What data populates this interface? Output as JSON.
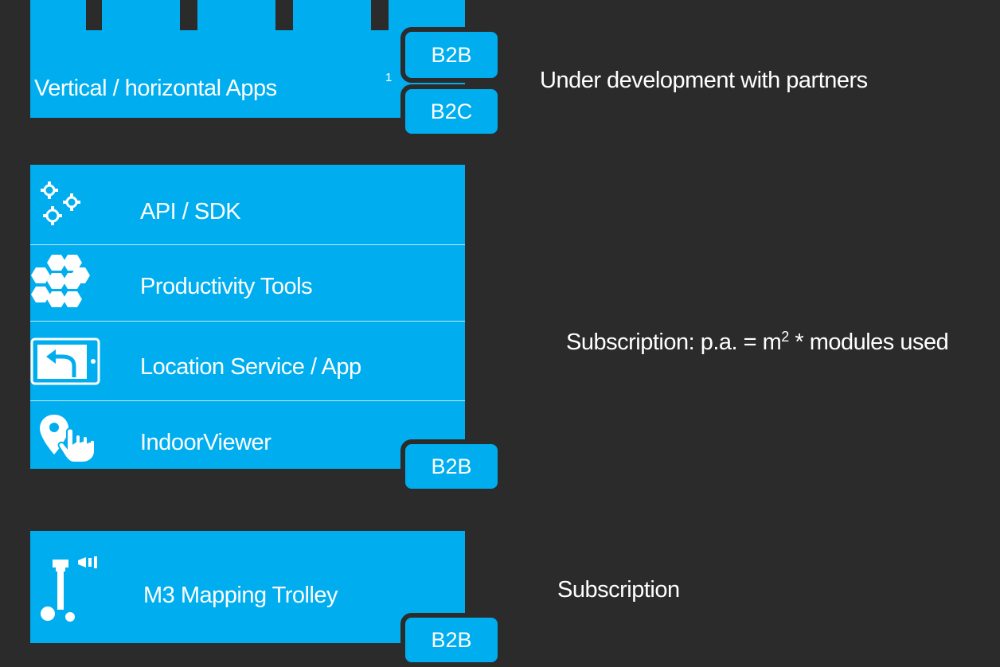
{
  "top_block": {
    "label": "Vertical / horizontal Apps",
    "footnote": "1",
    "badges": [
      "B2B",
      "B2C"
    ]
  },
  "middle_block": {
    "items": [
      {
        "label": "API / SDK",
        "icon": "gears-icon"
      },
      {
        "label": "Productivity Tools",
        "icon": "hexagons-icon"
      },
      {
        "label": "Location Service / App",
        "icon": "tablet-route-icon"
      },
      {
        "label": "IndoorViewer",
        "icon": "pin-hand-icon"
      }
    ],
    "badge": "B2B"
  },
  "bottom_block": {
    "label": "M3 Mapping Trolley",
    "icon": "trolley-icon",
    "badge": "B2B"
  },
  "descriptions": {
    "top": "Under development with partners",
    "middle_prefix": "Subscription: p.a. = m",
    "middle_sup": "2",
    "middle_suffix": " * modules used",
    "bottom": "Subscription"
  },
  "colors": {
    "accent": "#00aeef",
    "background": "#2b2b2b"
  }
}
